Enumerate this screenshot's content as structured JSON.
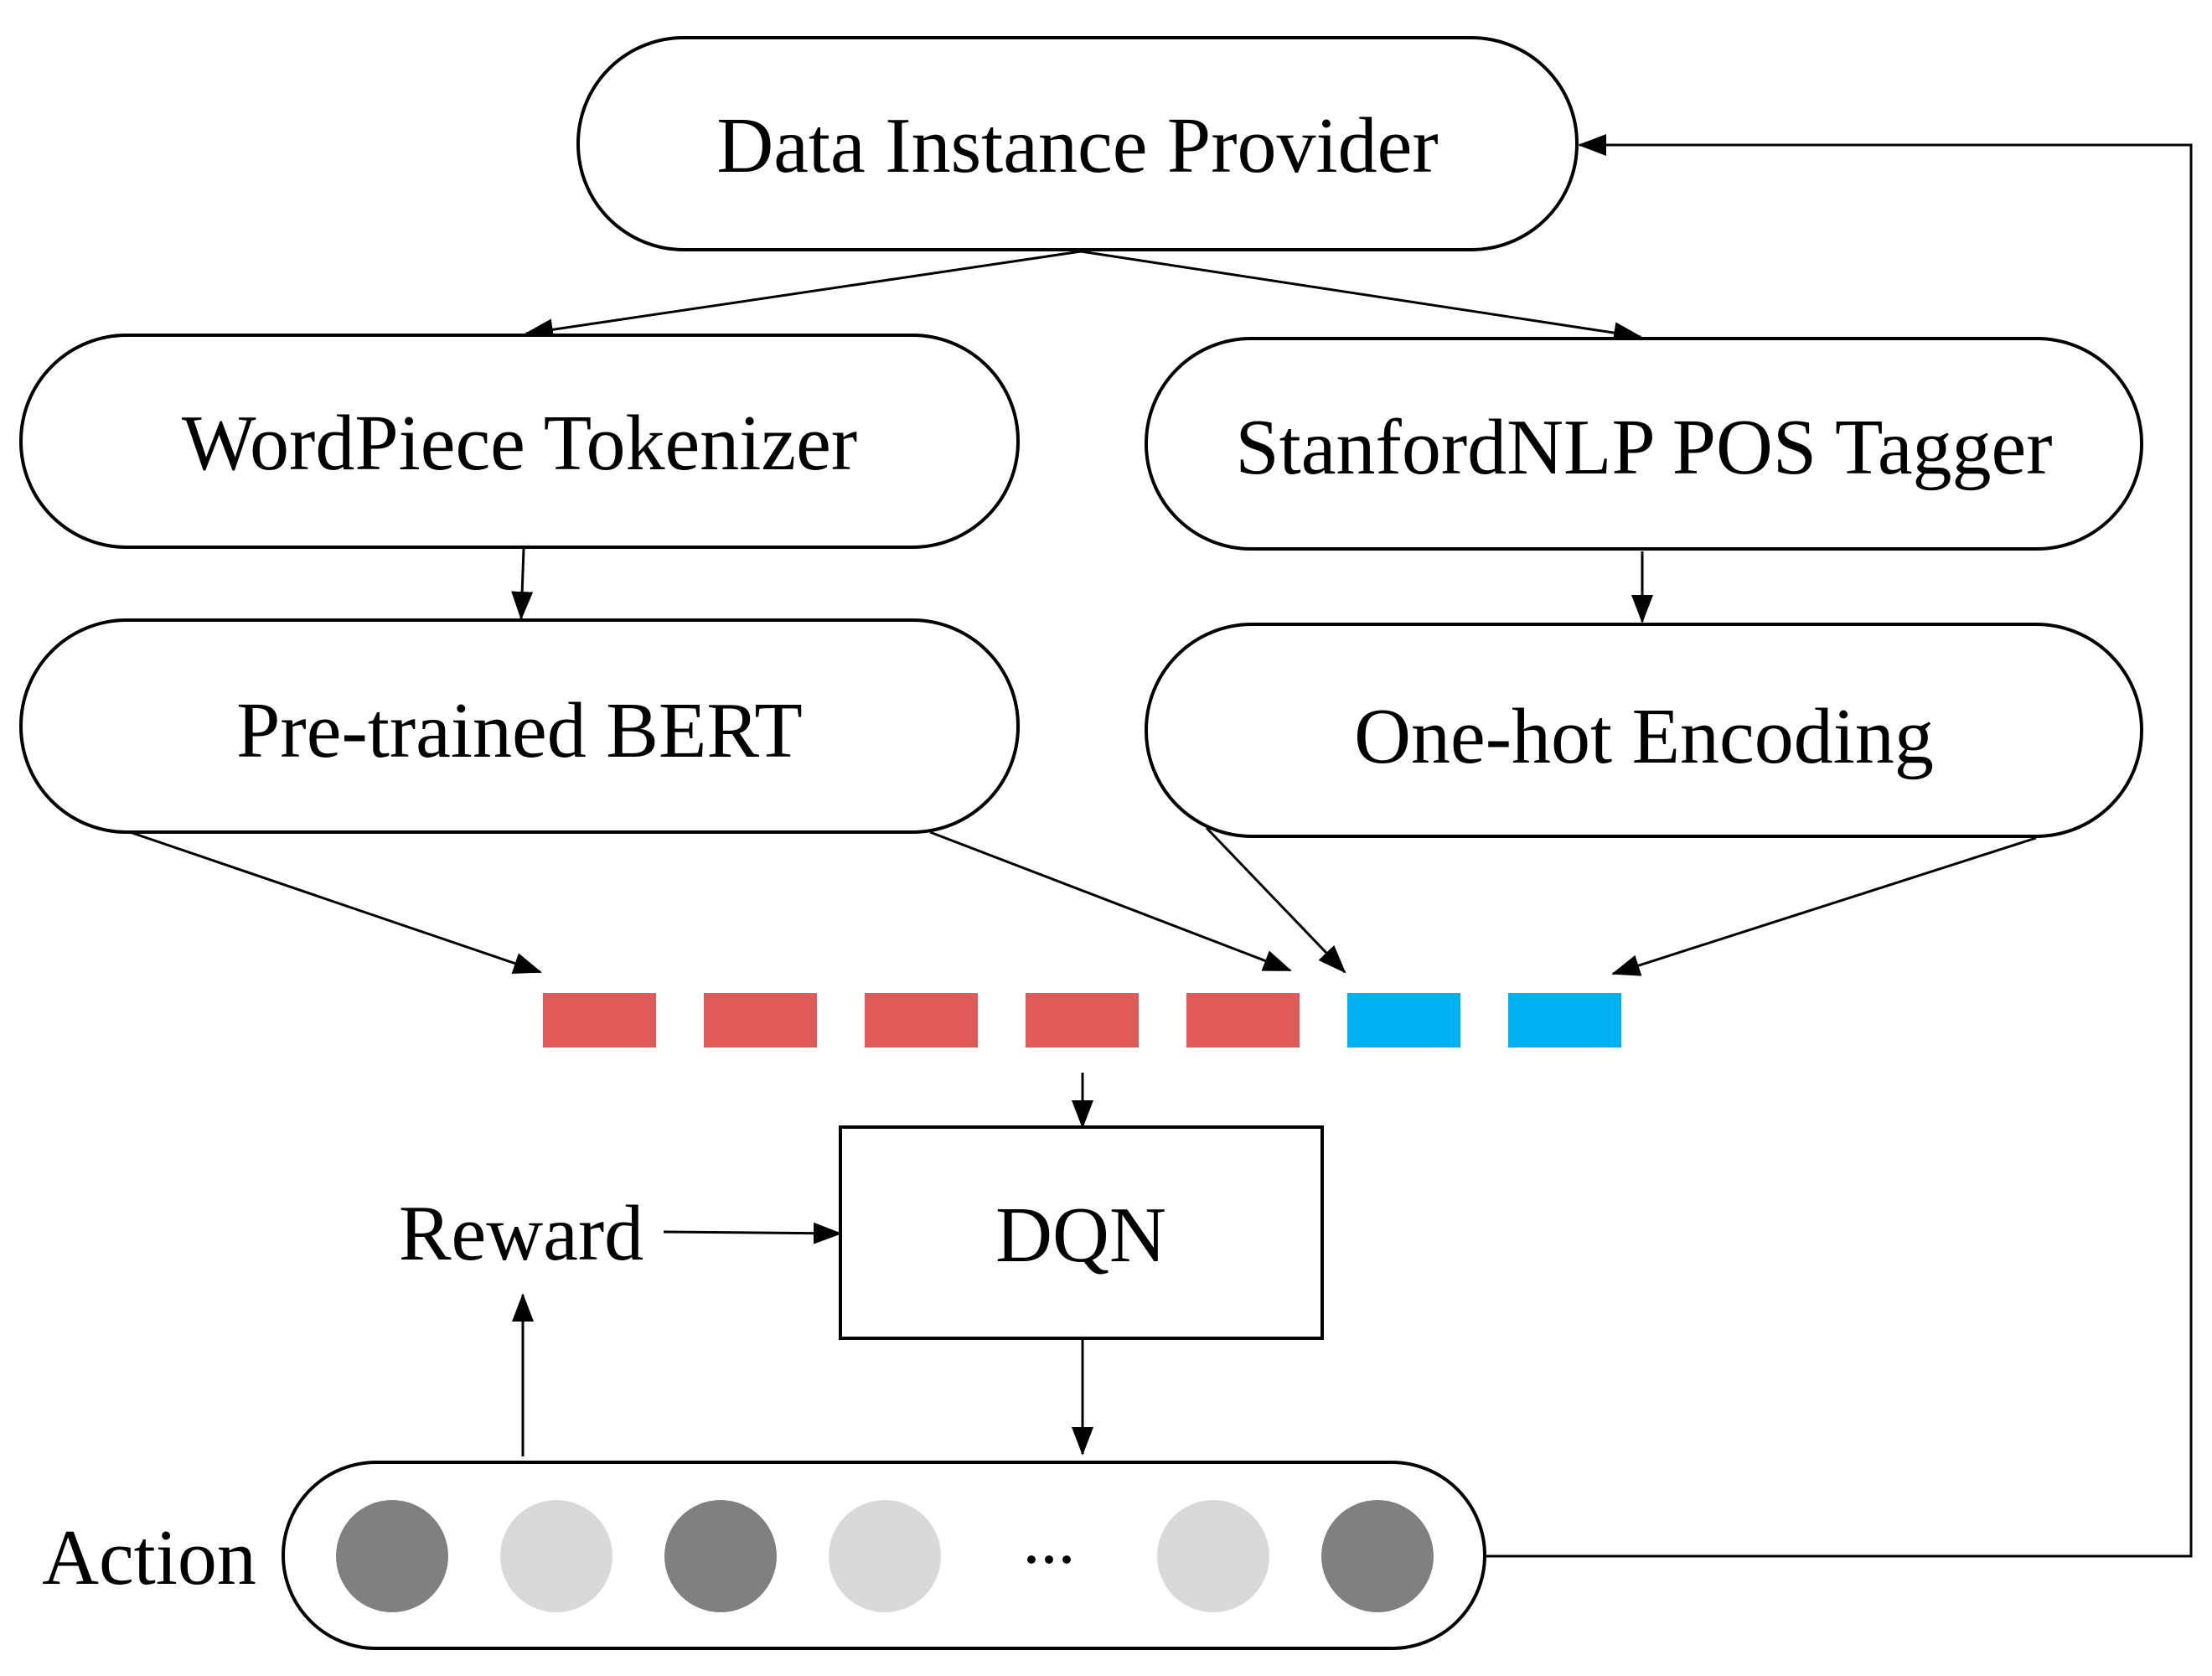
{
  "diagram": {
    "nodes": {
      "data_provider": "Data Instance Provider",
      "wordpiece": "WordPiece Tokenizer",
      "pos_tagger": "StanfordNLP POS Tagger",
      "bert": "Pre-trained BERT",
      "onehot": "One-hot Encoding",
      "dqn": "DQN",
      "reward": "Reward",
      "action": "Action",
      "ellipsis": "..."
    },
    "vector_cells": [
      {
        "color": "#e05a5a",
        "source": "bert"
      },
      {
        "color": "#e05a5a",
        "source": "bert"
      },
      {
        "color": "#e05a5a",
        "source": "bert"
      },
      {
        "color": "#e05a5a",
        "source": "bert"
      },
      {
        "color": "#e05a5a",
        "source": "bert"
      },
      {
        "color": "#00b0f0",
        "source": "onehot"
      },
      {
        "color": "#00b0f0",
        "source": "onehot"
      }
    ],
    "action_circles": [
      {
        "state": "selected",
        "color": "#808080"
      },
      {
        "state": "unselected",
        "color": "#d9d9d9"
      },
      {
        "state": "selected",
        "color": "#808080"
      },
      {
        "state": "unselected",
        "color": "#d9d9d9"
      },
      {
        "state": "unselected",
        "color": "#d9d9d9"
      },
      {
        "state": "selected",
        "color": "#808080"
      }
    ]
  }
}
